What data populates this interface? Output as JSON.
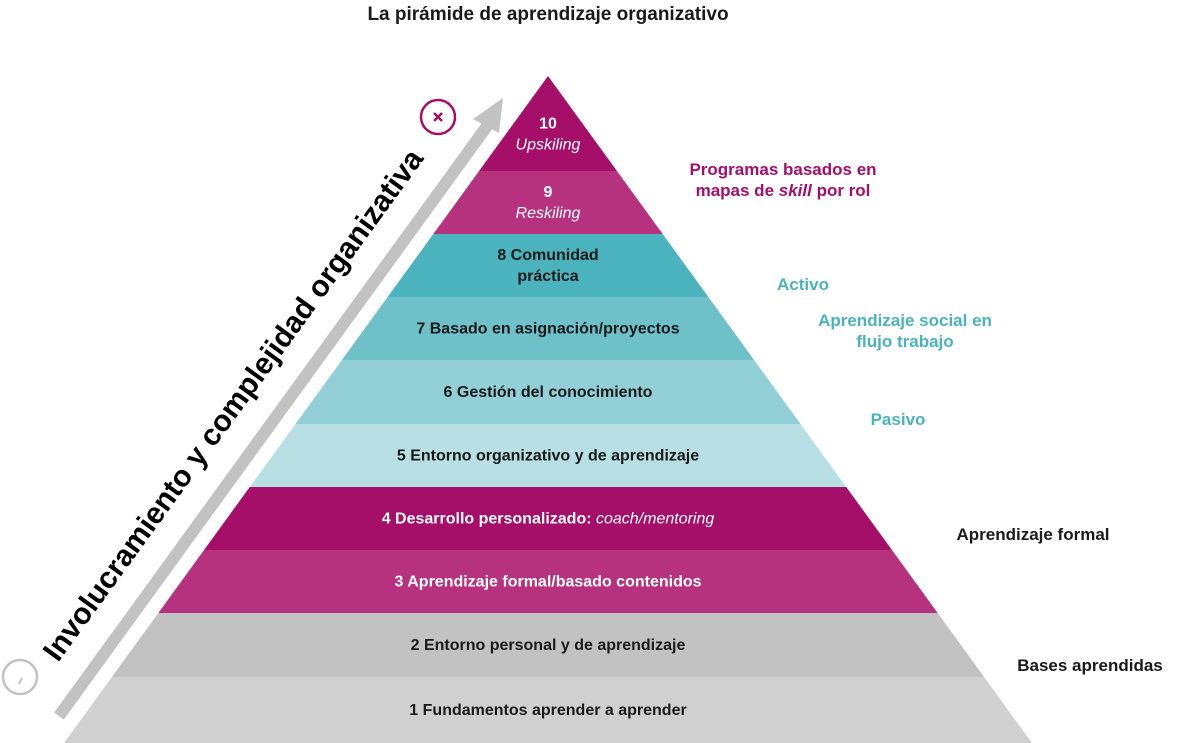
{
  "title": "La pirámide de aprendizaje organizativo",
  "axis": {
    "label": "Involucramiento y complejidad organizativa",
    "top_icon": "times-circle-icon",
    "bottom_icon": "minus-circle-icon",
    "arrow_color": "#c2c2c2"
  },
  "levels": [
    {
      "number": "10",
      "lines": [
        {
          "parts": [
            {
              "text": "10",
              "italic": false
            }
          ]
        },
        {
          "parts": [
            {
              "text": "Upskiling",
              "italic": true
            }
          ]
        }
      ],
      "color": "#a50f6a",
      "text_color": "#ffffff"
    },
    {
      "number": "9",
      "lines": [
        {
          "parts": [
            {
              "text": "9",
              "italic": false
            }
          ]
        },
        {
          "parts": [
            {
              "text": "Reskiling",
              "italic": true
            }
          ]
        }
      ],
      "color": "#b7327e",
      "text_color": "#ffffff"
    },
    {
      "number": "8",
      "lines": [
        {
          "parts": [
            {
              "text": "8 Comunidad",
              "italic": false
            }
          ]
        },
        {
          "parts": [
            {
              "text": "práctica",
              "italic": false
            }
          ]
        }
      ],
      "color": "#4ab3be",
      "text_color": "#1a1a1a"
    },
    {
      "number": "7",
      "lines": [
        {
          "parts": [
            {
              "text": "7 Basado en asignación/proyectos",
              "italic": false
            }
          ]
        }
      ],
      "color": "#6ec0c9",
      "text_color": "#1a1a1a"
    },
    {
      "number": "6",
      "lines": [
        {
          "parts": [
            {
              "text": "6 Gestión del conocimiento",
              "italic": false
            }
          ]
        }
      ],
      "color": "#93cfd6",
      "text_color": "#1a1a1a"
    },
    {
      "number": "5",
      "lines": [
        {
          "parts": [
            {
              "text": "5 Entorno organizativo y de aprendizaje",
              "italic": false
            }
          ]
        }
      ],
      "color": "#b7dfe4",
      "text_color": "#1a1a1a"
    },
    {
      "number": "4",
      "lines": [
        {
          "parts": [
            {
              "text": "4 Desarrollo personalizado: ",
              "italic": false
            },
            {
              "text": "coach/mentoring",
              "italic": true
            }
          ]
        }
      ],
      "color": "#a50f6a",
      "text_color": "#ffffff"
    },
    {
      "number": "3",
      "lines": [
        {
          "parts": [
            {
              "text": "3 Aprendizaje formal/basado contenidos",
              "italic": false
            }
          ]
        }
      ],
      "color": "#b7327e",
      "text_color": "#ffffff"
    },
    {
      "number": "2",
      "lines": [
        {
          "parts": [
            {
              "text": "2 Entorno personal y de aprendizaje",
              "italic": false
            }
          ]
        }
      ],
      "color": "#c2c2c2",
      "text_color": "#1a1a1a"
    },
    {
      "number": "1",
      "lines": [
        {
          "parts": [
            {
              "text": "1 Fundamentos aprender a aprender",
              "italic": false
            }
          ]
        }
      ],
      "color": "#d0d0d0",
      "text_color": "#1a1a1a"
    }
  ],
  "side_labels": {
    "programas": {
      "line1": "Programas basados en",
      "line2_pre": "mapas de ",
      "line2_italic": "skill",
      "line2_post": " por rol",
      "color": "#a50f6a"
    },
    "activo": {
      "text": "Activo",
      "color": "#4ab3be"
    },
    "social": {
      "line1": "Aprendizaje social en",
      "line2": "flujo trabajo",
      "color": "#4ab3be"
    },
    "pasivo": {
      "text": "Pasivo",
      "color": "#4ab3be"
    },
    "formal": {
      "text": "Aprendizaje formal",
      "color": "#1a1a1a"
    },
    "bases": {
      "text": "Bases aprendidas",
      "color": "#1a1a1a"
    }
  }
}
